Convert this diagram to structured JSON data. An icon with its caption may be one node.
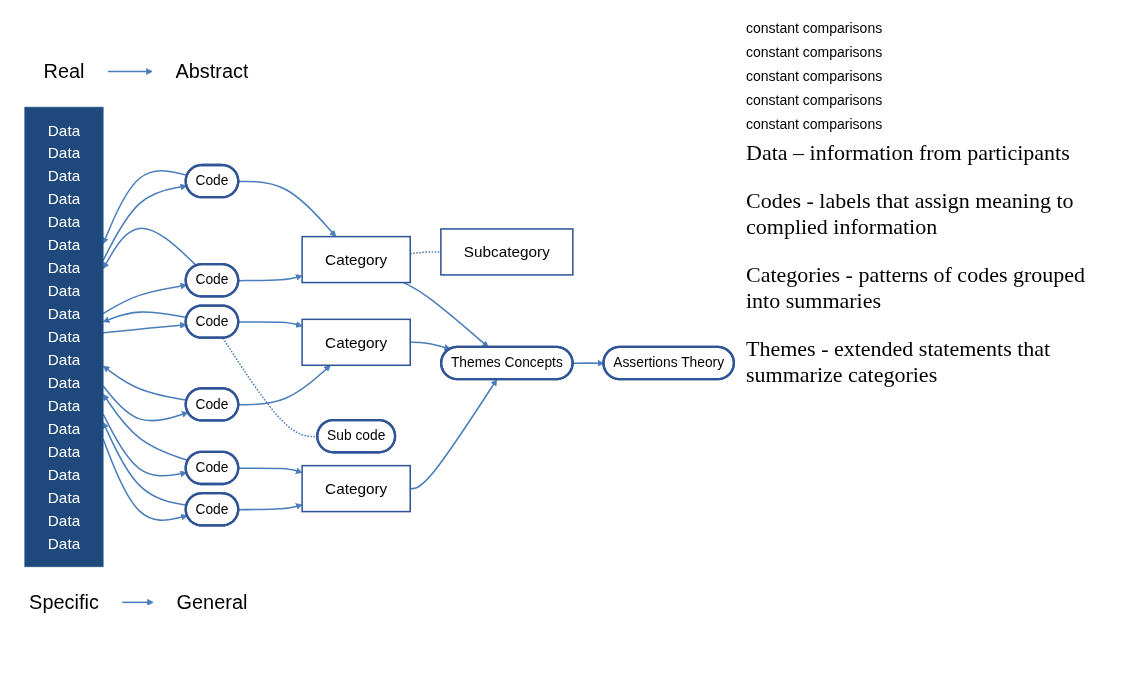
{
  "diagram": {
    "nodes": [
      {
        "text": [
          "Real"
        ]
      },
      {
        "text": [
          "Abstract"
        ]
      },
      {
        "text": [
          "Data",
          "Data",
          "Data",
          "Data",
          "Data",
          "Data",
          "Data",
          "Data",
          "Data",
          "Data",
          "Data",
          "Data",
          "Data",
          "Data",
          "Data",
          "Data",
          "Data",
          "Data",
          "Data"
        ]
      },
      {
        "text": [
          "Code"
        ]
      },
      {
        "text": [
          "Code"
        ]
      },
      {
        "text": [
          "Category"
        ]
      },
      {
        "text": [
          "Code"
        ]
      },
      {
        "text": [
          "Code"
        ]
      },
      {
        "text": [
          "Category"
        ]
      },
      {
        "text": [
          "Sub code"
        ]
      },
      {
        "text": [
          "Code"
        ]
      },
      {
        "text": [
          "Code"
        ]
      },
      {
        "text": [
          "Category"
        ]
      },
      {
        "text": [
          "Subcategory"
        ]
      },
      {
        "text": [
          "Themes Concepts"
        ]
      },
      {
        "text": [
          "Assertions Theory"
        ]
      },
      {
        "text": [
          "Specific"
        ]
      },
      {
        "text": [
          "General"
        ]
      }
    ],
    "edges": [
      {
        "from": 0,
        "to": 1,
        "arrow": "to"
      },
      {
        "from": 2,
        "to": 3,
        "arrow": "to"
      },
      {
        "from": 3,
        "to": 2,
        "arrow": "to"
      },
      {
        "from": 2,
        "to": 4,
        "arrow": "to"
      },
      {
        "from": 4,
        "to": 2,
        "arrow": "to"
      },
      {
        "from": 2,
        "to": 6,
        "arrow": "to"
      },
      {
        "from": 6,
        "to": 2,
        "arrow": "to"
      },
      {
        "from": 2,
        "to": 7,
        "arrow": "to"
      },
      {
        "from": 7,
        "to": 2,
        "arrow": "to"
      },
      {
        "from": 2,
        "to": 10,
        "arrow": "to"
      },
      {
        "from": 10,
        "to": 2,
        "arrow": "to"
      },
      {
        "from": 2,
        "to": 11,
        "arrow": "to"
      },
      {
        "from": 11,
        "to": 2,
        "arrow": "to"
      },
      {
        "from": 3,
        "to": 5,
        "arrow": "to"
      },
      {
        "from": 4,
        "to": 5,
        "arrow": "to"
      },
      {
        "from": 6,
        "to": 8,
        "arrow": "to"
      },
      {
        "from": 7,
        "to": 8,
        "arrow": "to"
      },
      {
        "from": 10,
        "to": 12,
        "arrow": "to"
      },
      {
        "from": 11,
        "to": 12,
        "arrow": "to"
      },
      {
        "from": 7,
        "to": 9,
        "arrow": "none",
        "style": "dashed"
      },
      {
        "from": 12,
        "to": 13,
        "arrow": "none",
        "style": "dashed"
      },
      {
        "from": 5,
        "to": 14,
        "arrow": "to"
      },
      {
        "from": 8,
        "to": 14,
        "arrow": "to"
      },
      {
        "from": 12,
        "to": 14,
        "arrow": "to"
      },
      {
        "from": 14,
        "to": 15,
        "arrow": "to"
      },
      {
        "from": 16,
        "to": 17,
        "arrow": "to"
      }
    ],
    "labels": [
      "constant comparisons",
      "constant comparisons",
      "constant comparisons",
      "constant comparisons",
      "constant comparisons",
      "Data – information from participants",
      "Codes - labels that assign meaning to complied information",
      "Categories - patterns of codes grouped into summaries",
      "Themes - extended statements that summarize categories"
    ]
  }
}
